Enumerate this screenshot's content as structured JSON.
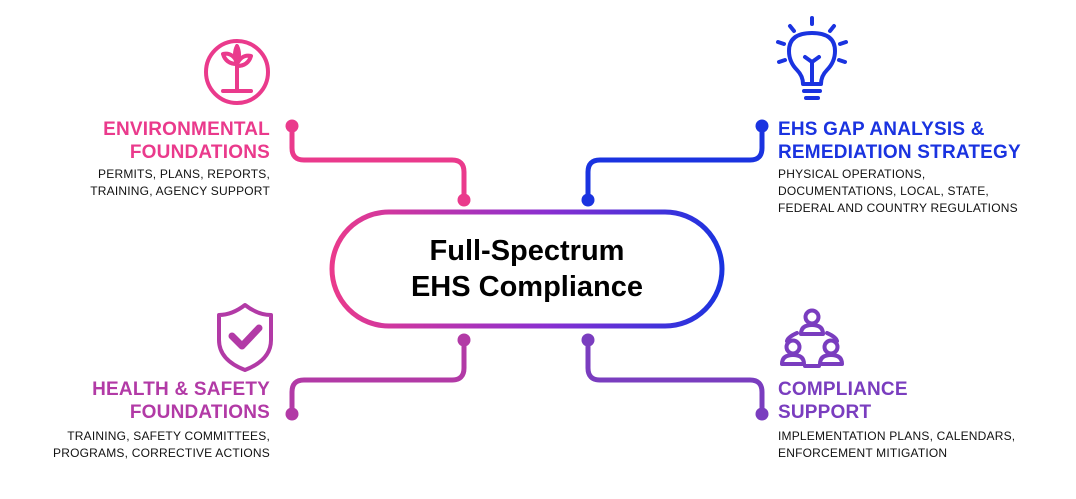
{
  "center": {
    "line1": "Full-Spectrum",
    "line2": "EHS Compliance"
  },
  "colors": {
    "pink": "#ea3a8c",
    "blue": "#1a33e0",
    "magenta": "#b23aa6",
    "purple": "#7a3dbf"
  },
  "sections": {
    "environmental": {
      "title_line1": "ENVIRONMENTAL",
      "title_line2": "FOUNDATIONS",
      "desc_line1": "PERMITS, PLANS, REPORTS,",
      "desc_line2": "TRAINING, AGENCY SUPPORT",
      "icon": "plant-sprout-icon"
    },
    "gap_analysis": {
      "title_line1": "EHS GAP ANALYSIS &",
      "title_line2": "REMEDIATION STRATEGY",
      "desc_line1": "PHYSICAL OPERATIONS,",
      "desc_line2": "DOCUMENTATIONS, LOCAL, STATE,",
      "desc_line3": "FEDERAL AND COUNTRY REGULATIONS",
      "icon": "lightbulb-icon"
    },
    "health_safety": {
      "title_line1": "HEALTH & SAFETY",
      "title_line2": "FOUNDATIONS",
      "desc_line1": "TRAINING, SAFETY COMMITTEES,",
      "desc_line2": "PROGRAMS, CORRECTIVE ACTIONS",
      "icon": "shield-check-icon"
    },
    "compliance_support": {
      "title_line1": "COMPLIANCE",
      "title_line2": "SUPPORT",
      "desc_line1": "IMPLEMENTATION PLANS, CALENDARS,",
      "desc_line2": "ENFORCEMENT MITIGATION",
      "icon": "team-network-icon"
    }
  }
}
